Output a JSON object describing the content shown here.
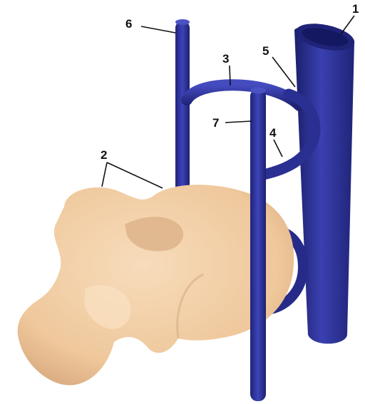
{
  "diagram": {
    "labels": {
      "one": "1",
      "two": "2",
      "three": "3",
      "four": "4",
      "five": "5",
      "six": "6",
      "seven": "7"
    },
    "colors": {
      "vessel": "#2b2f8f",
      "vessel_dark": "#1b1f6b",
      "vessel_light": "#4a52c4",
      "bone": "#f2cfa6",
      "bone_shadow": "#d9ad82",
      "bone_highlight": "#fbe4c8",
      "leader": "#111111"
    }
  }
}
